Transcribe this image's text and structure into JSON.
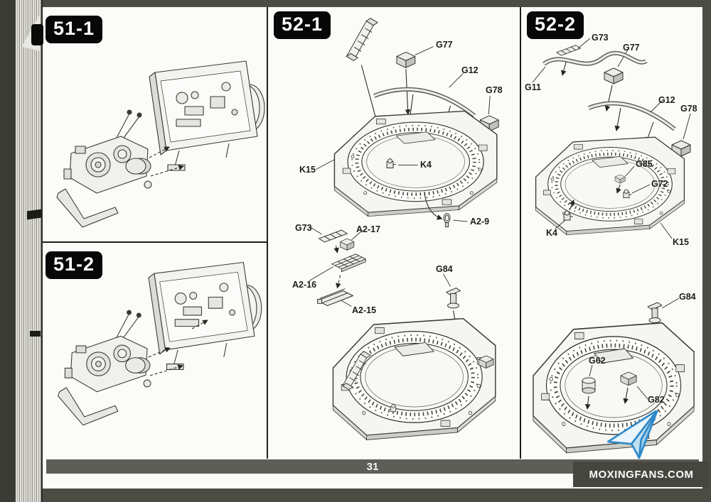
{
  "page": {
    "number": "31",
    "watermark": "MOXINGFANS.COM"
  },
  "panels": {
    "p511": {
      "badge": "51-1"
    },
    "p512": {
      "badge": "51-2"
    },
    "p521": {
      "badge": "52-1",
      "labels": {
        "g77": "G77",
        "g12": "G12",
        "g78": "G78",
        "k15": "K15",
        "k4": "K4",
        "a2_9": "A2-9",
        "g73": "G73",
        "a2_17": "A2-17",
        "a2_16": "A2-16",
        "a2_15": "A2-15",
        "g84": "G84"
      }
    },
    "p522": {
      "badge": "52-2",
      "labels": {
        "g73": "G73",
        "g77": "G77",
        "g11": "G11",
        "g12": "G12",
        "g78": "G78",
        "g85": "G85",
        "g72": "G72",
        "k4": "K4",
        "k15": "K15",
        "g84": "G84",
        "g62": "G62",
        "g82": "G82"
      }
    }
  }
}
